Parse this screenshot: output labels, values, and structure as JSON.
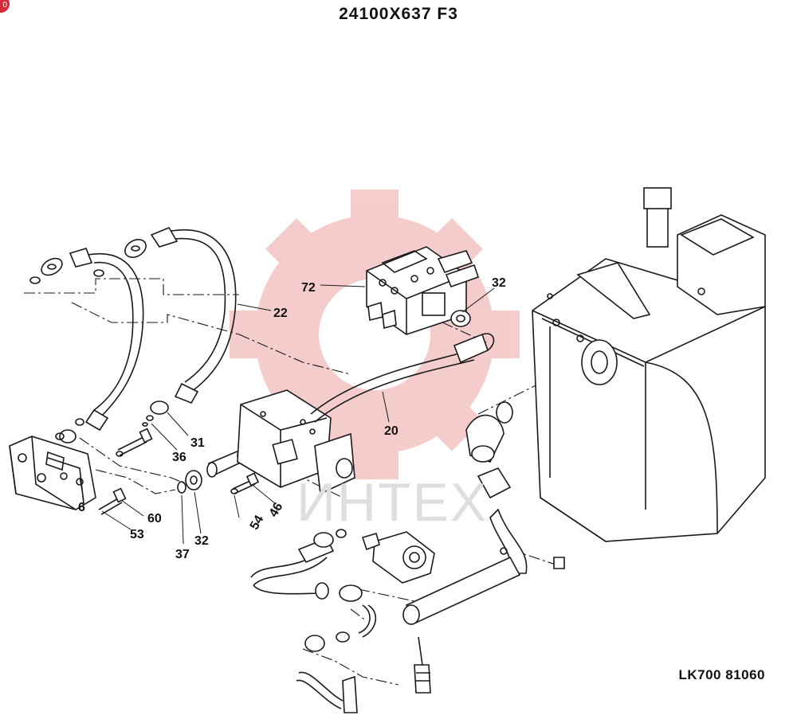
{
  "header": {
    "title": "24100X637 F3",
    "badge": "0"
  },
  "footer": {
    "reference": "LK700 81060"
  },
  "watermark": {
    "text": "ИНТЕХ",
    "logo": "gear-logo",
    "color": "#f4c4c4"
  },
  "callouts": [
    {
      "id": "72",
      "label": "72"
    },
    {
      "id": "32a",
      "label": "32"
    },
    {
      "id": "22",
      "label": "22"
    },
    {
      "id": "20",
      "label": "20"
    },
    {
      "id": "31",
      "label": "31"
    },
    {
      "id": "36",
      "label": "36"
    },
    {
      "id": "6",
      "label": "6"
    },
    {
      "id": "60",
      "label": "60"
    },
    {
      "id": "53",
      "label": "53"
    },
    {
      "id": "37",
      "label": "37"
    },
    {
      "id": "32b",
      "label": "32"
    },
    {
      "id": "54",
      "label": "54"
    },
    {
      "id": "46",
      "label": "46"
    }
  ]
}
